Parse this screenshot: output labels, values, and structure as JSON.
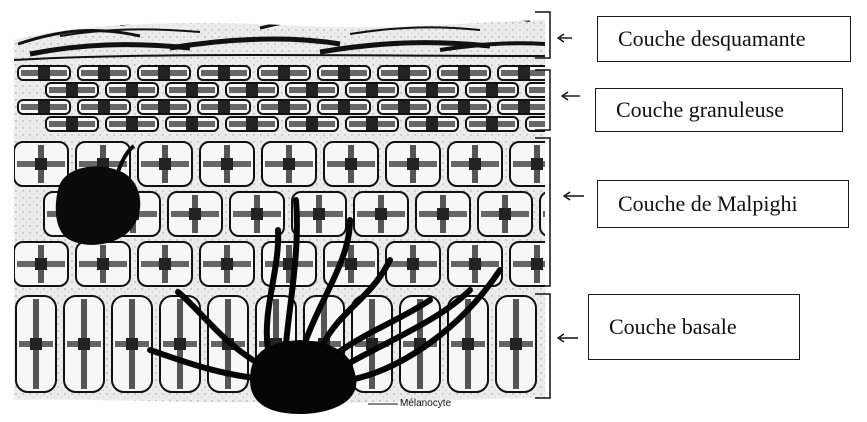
{
  "diagram": {
    "labels": [
      {
        "id": "desquamante",
        "text": "Couche desquamante"
      },
      {
        "id": "granuleuse",
        "text": "Couche granuleuse"
      },
      {
        "id": "malpighi",
        "text": "Couche de Malpighi"
      },
      {
        "id": "basale",
        "text": "Couche basale"
      }
    ],
    "melanocyte_label": "Mélanocyte",
    "colors": {
      "ink": "#111111",
      "tissue_bg": "#e9e9e9",
      "cell_fill": "#f7f7f7"
    }
  }
}
